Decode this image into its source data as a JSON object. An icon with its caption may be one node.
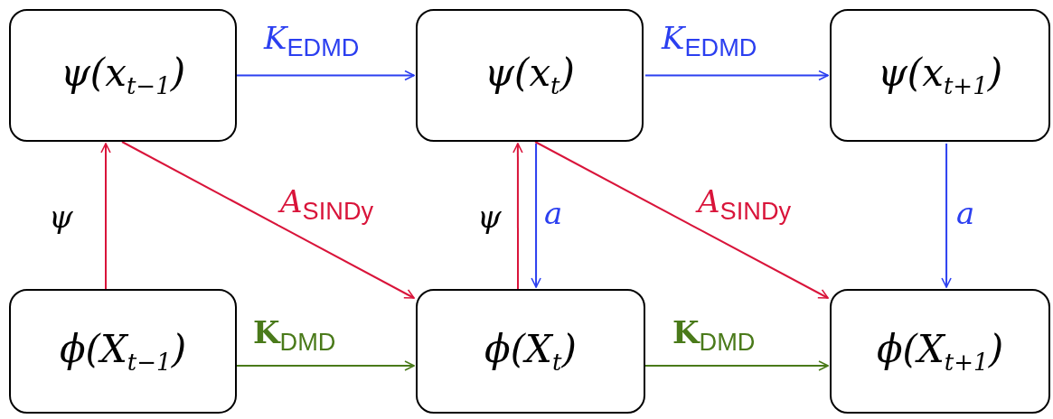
{
  "diagram": {
    "nodes": [
      {
        "text": [
          "ψ(x$_{t−1}$)"
        ]
      },
      {
        "text": [
          "ψ(x$_{t}$)"
        ]
      },
      {
        "text": [
          "ψ(x$_{t+1}$)"
        ]
      },
      {
        "text": [
          "ϕ(X$_{t−1}$)"
        ]
      },
      {
        "text": [
          "ϕ(X$_{t}$)"
        ]
      },
      {
        "text": [
          "ϕ(X$_{t+1}$)"
        ]
      }
    ],
    "edges": [
      {
        "from": 0,
        "to": 1,
        "arrow": "to",
        "label": "*K*$_{EDMD}$",
        "color": "#2b3ff0"
      },
      {
        "from": 1,
        "to": 2,
        "arrow": "to",
        "label": "*K*$_{EDMD}$",
        "color": "#2b3ff0"
      },
      {
        "from": 3,
        "to": 0,
        "arrow": "to",
        "label": "ψ",
        "color": "#d9143a"
      },
      {
        "from": 0,
        "to": 4,
        "arrow": "to",
        "label": "*A*$_{SINDy}$",
        "color": "#d9143a"
      },
      {
        "from": 4,
        "to": 1,
        "arrow": "to",
        "label": "ψ",
        "color": "#d9143a"
      },
      {
        "from": 1,
        "to": 4,
        "arrow": "to",
        "label": "a",
        "color": "#2b3ff0"
      },
      {
        "from": 1,
        "to": 5,
        "arrow": "to",
        "label": "*A*$_{SINDy}$",
        "color": "#d9143a"
      },
      {
        "from": 2,
        "to": 5,
        "arrow": "to",
        "label": "a",
        "color": "#2b3ff0"
      },
      {
        "from": 3,
        "to": 4,
        "arrow": "to",
        "label": "**K**$_{DMD}$",
        "color": "#4a7a1a"
      },
      {
        "from": 4,
        "to": 5,
        "arrow": "to",
        "label": "**K**$_{DMD}$",
        "color": "#4a7a1a"
      }
    ]
  }
}
